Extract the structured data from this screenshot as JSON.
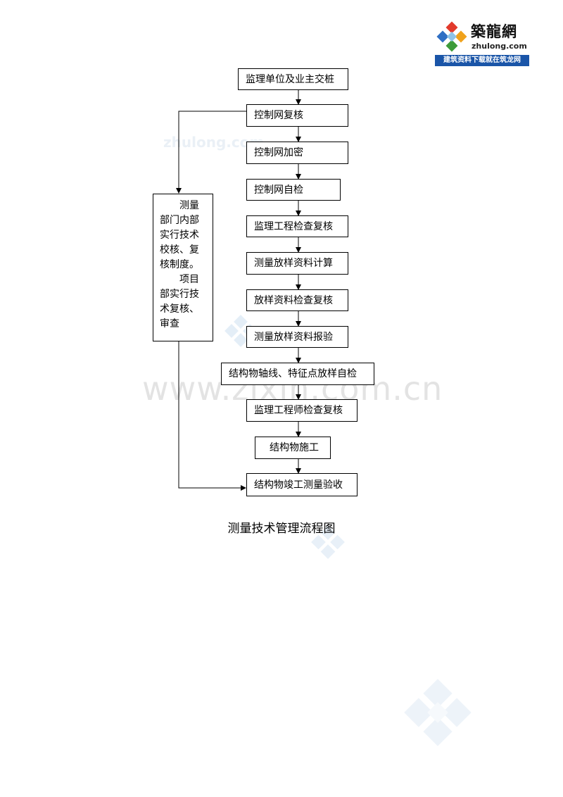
{
  "logo": {
    "title": "築龍網",
    "domain": "zhulong.com",
    "banner": "建筑资料下载就在筑龙网"
  },
  "watermarks": {
    "zhulong": "zhulong.com",
    "zixin": "www.zixin.com.cn"
  },
  "flow": {
    "steps": [
      "监理单位及业主交桩",
      "控制网复核",
      "控制网加密",
      "控制网自检",
      "监理工程检查复核",
      "测量放样资料计算",
      "放样资料检查复核",
      "测量放样资料报验",
      "结构物轴线、特征点放样自检",
      "监理工程师检查复核",
      "结构物施工",
      "结构物竣工测量验收"
    ],
    "side_box": {
      "lines": [
        "测量",
        "部门内部",
        "实行技术",
        "校核、复",
        "核制度。",
        "项目",
        "部实行技",
        "术复核、",
        "审查"
      ]
    }
  },
  "caption": "测量技术管理流程图"
}
